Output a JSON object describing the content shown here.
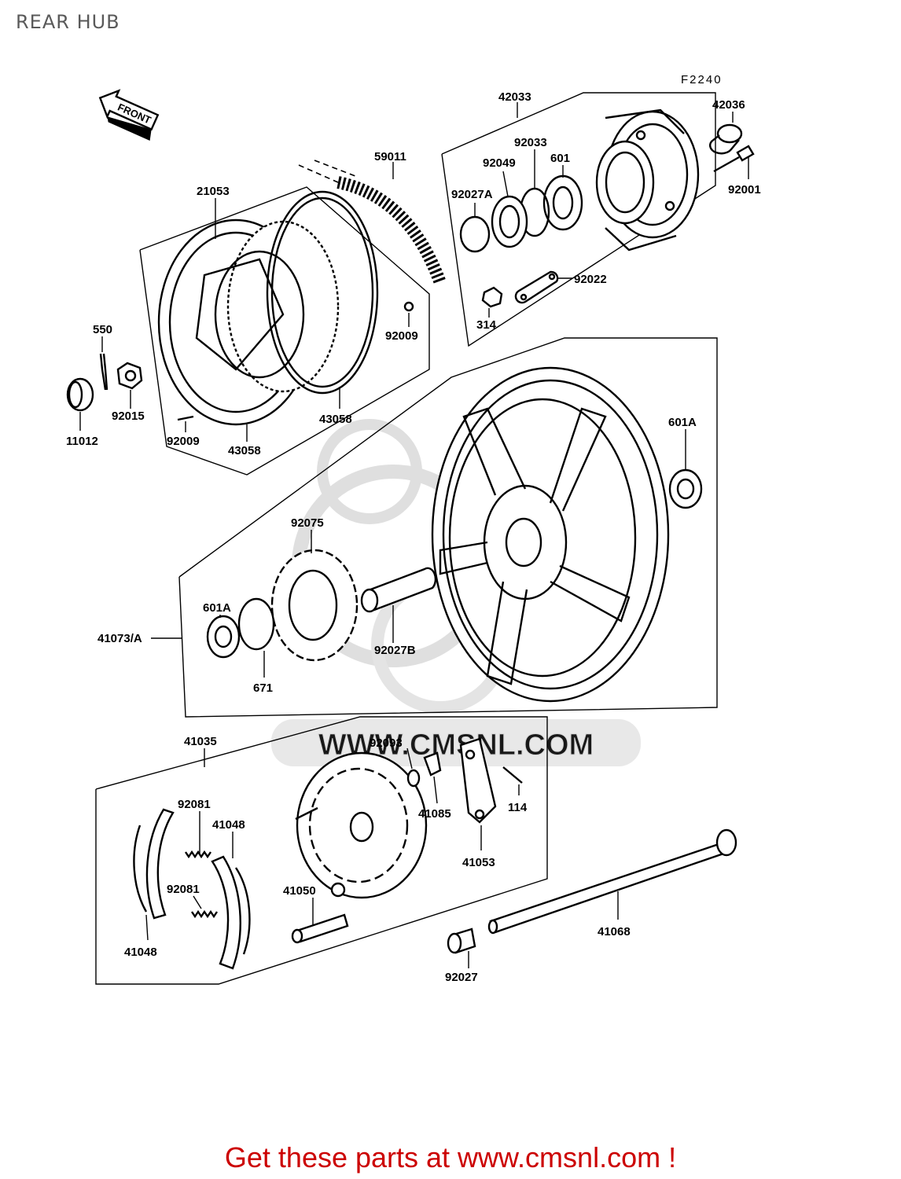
{
  "page": {
    "title": "REAR HUB",
    "footer": "Get these parts at www.cmsnl.com !",
    "watermark": "WWW.CMSNL.COM"
  },
  "diagram": {
    "ref_code": "F2240",
    "front_label": "FRONT",
    "labels": {
      "p42033": "42033",
      "p42036": "42036",
      "p92033": "92033",
      "p92049": "92049",
      "p601": "601",
      "p92027A": "92027A",
      "p92001": "92001",
      "p92022": "92022",
      "p314": "314",
      "p59011": "59011",
      "p21053": "21053",
      "p550": "550",
      "p92009a": "92009",
      "p92009b": "92009",
      "p92015": "92015",
      "p11012": "11012",
      "p43058a": "43058",
      "p43058b": "43058",
      "p601Aa": "601A",
      "p92075": "92075",
      "p601Ab": "601A",
      "p41073A": "41073/A",
      "p92027B": "92027B",
      "p671": "671",
      "p41035": "41035",
      "p92093": "92093",
      "p41085": "41085",
      "p114": "114",
      "p41053": "41053",
      "p92081a": "92081",
      "p41048a": "41048",
      "p92081b": "92081",
      "p41048b": "41048",
      "p41050": "41050",
      "p41068": "41068",
      "p92027": "92027"
    }
  },
  "colors": {
    "title": "#5a5a5a",
    "footer": "#cc0000",
    "watermark": "#d6d6d6",
    "line": "#000000"
  }
}
